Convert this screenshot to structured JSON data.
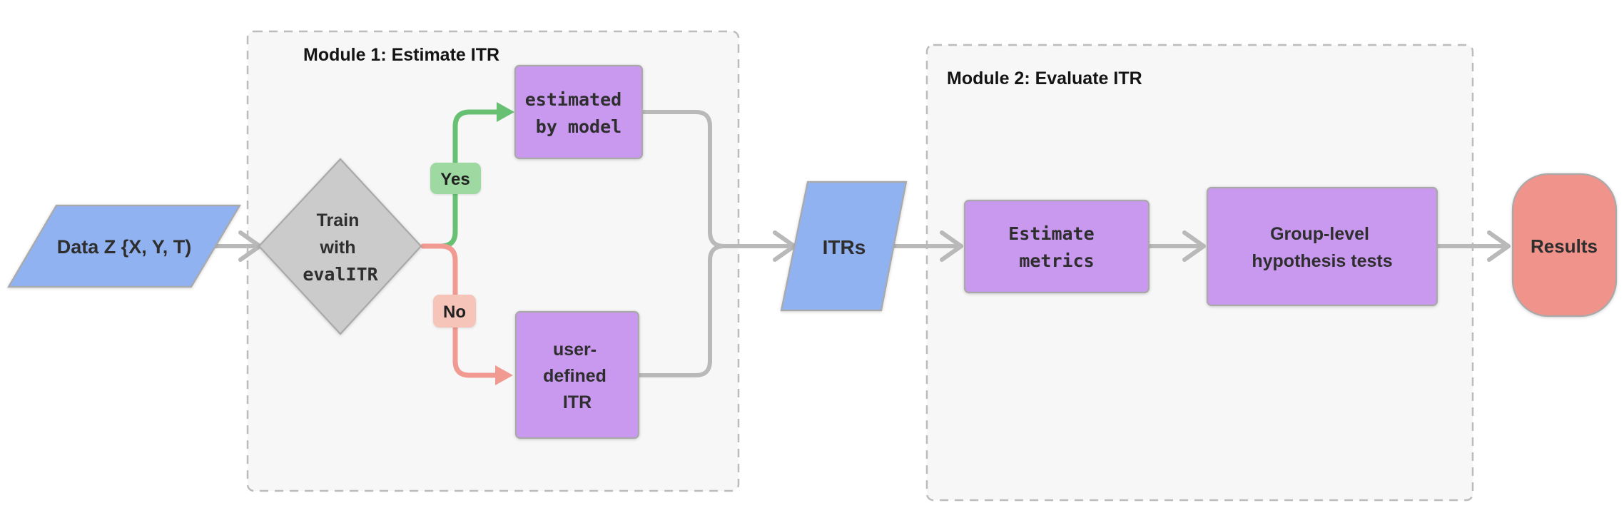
{
  "diagram": {
    "modules": [
      {
        "title": "Module 1: Estimate ITR"
      },
      {
        "title": "Module 2: Evaluate ITR"
      }
    ],
    "nodes": {
      "data_input": {
        "label": "Data Z {X, Y, T)",
        "shape": "parallelogram",
        "fill": "#91b2f1"
      },
      "decision": {
        "lines": [
          "Train",
          "with",
          "evalITR"
        ],
        "shape": "diamond",
        "fill": "#cbcbcb"
      },
      "estimated_by_model": {
        "lines": [
          "estimated",
          "by model"
        ],
        "shape": "rect",
        "fill": "#c999f0"
      },
      "user_defined_itr": {
        "lines": [
          "user-",
          "defined",
          "ITR"
        ],
        "shape": "rect",
        "fill": "#c999f0"
      },
      "itrs": {
        "label": "ITRs",
        "shape": "parallelogram",
        "fill": "#91b2f1"
      },
      "estimate_metrics": {
        "lines": [
          "Estimate",
          "metrics"
        ],
        "shape": "rect",
        "fill": "#c999f0"
      },
      "group_level_tests": {
        "lines": [
          "Group-level",
          "hypothesis tests"
        ],
        "shape": "rect",
        "fill": "#c999f0"
      },
      "results": {
        "label": "Results",
        "shape": "rounded-rect",
        "fill": "#ef938b"
      }
    },
    "edges": {
      "yes": {
        "label": "Yes",
        "line_color": "#68c173",
        "badge_fill": "#9ed9a2"
      },
      "no": {
        "label": "No",
        "line_color": "#f19a91",
        "badge_fill": "#f7c4b9"
      },
      "flow_color": "#b9b9b9"
    },
    "colors": {
      "background": "#ffffff",
      "module_fill": "#f7f7f7",
      "module_border": "#bcbcbc",
      "shape_border": "#a9a9a9",
      "node_text": "#2e2e2e",
      "title_text": "#141414"
    }
  }
}
